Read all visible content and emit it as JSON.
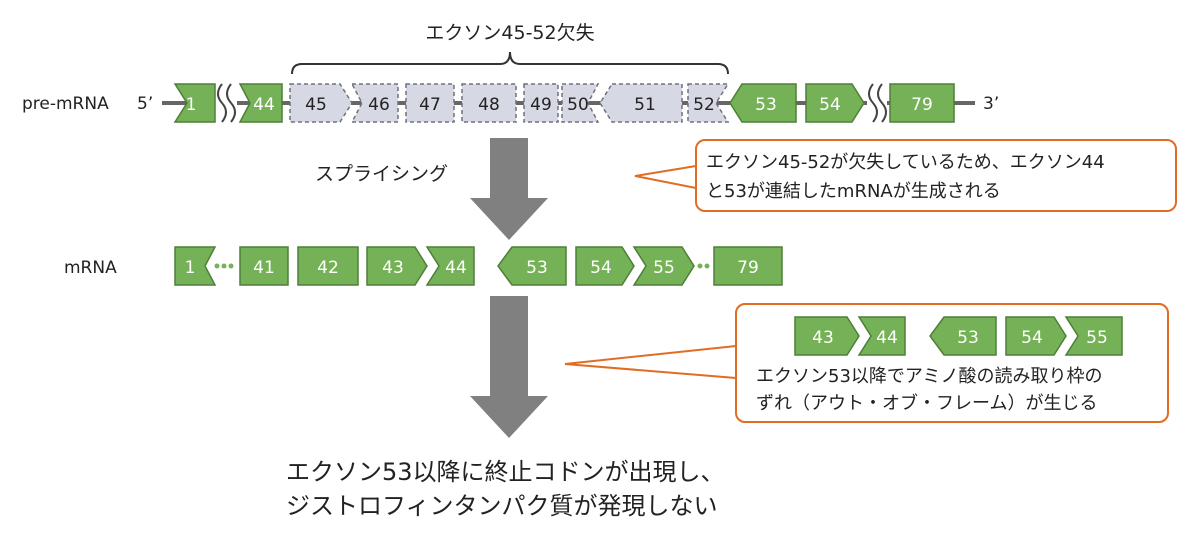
{
  "deletion_label": "エクソン45-52欠失",
  "pre_mrna": {
    "label": "pre-mRNA",
    "five_prime": "5’",
    "three_prime": "3’",
    "exons": [
      "1",
      "44",
      "45",
      "46",
      "47",
      "48",
      "49",
      "50",
      "51",
      "52",
      "53",
      "54",
      "79"
    ],
    "deleted_exons": [
      "45",
      "46",
      "47",
      "48",
      "49",
      "50",
      "51",
      "52"
    ]
  },
  "splicing_label": "スプライシング",
  "callout_1": {
    "line_1": "エクソン45-52が欠失しているため、エクソン44",
    "line_2": "と53が連結したmRNAが生成される"
  },
  "mrna": {
    "label": "mRNA",
    "exons": [
      "1",
      "41",
      "42",
      "43",
      "44",
      "53",
      "54",
      "55",
      "79"
    ]
  },
  "callout_2": {
    "exons": [
      "43",
      "44",
      "53",
      "54",
      "55"
    ],
    "line_1": "エクソン53以降でアミノ酸の読み取り枠の",
    "line_2": "ずれ（アウト・オブ・フレーム）が生じる"
  },
  "conclusion": {
    "line_1": "エクソン53以降に終止コドンが出現し、",
    "line_2": "ジストロフィンタンパク質が発現しない"
  },
  "colors": {
    "exon_fill": "#75B257",
    "exon_stroke": "#4E7F38",
    "deleted_fill": "#D6D9E3",
    "deleted_stroke": "#6E7280",
    "strand": "#666666",
    "arrow": "#808080",
    "callout_border": "#E36C23",
    "dots": "#75B257"
  }
}
